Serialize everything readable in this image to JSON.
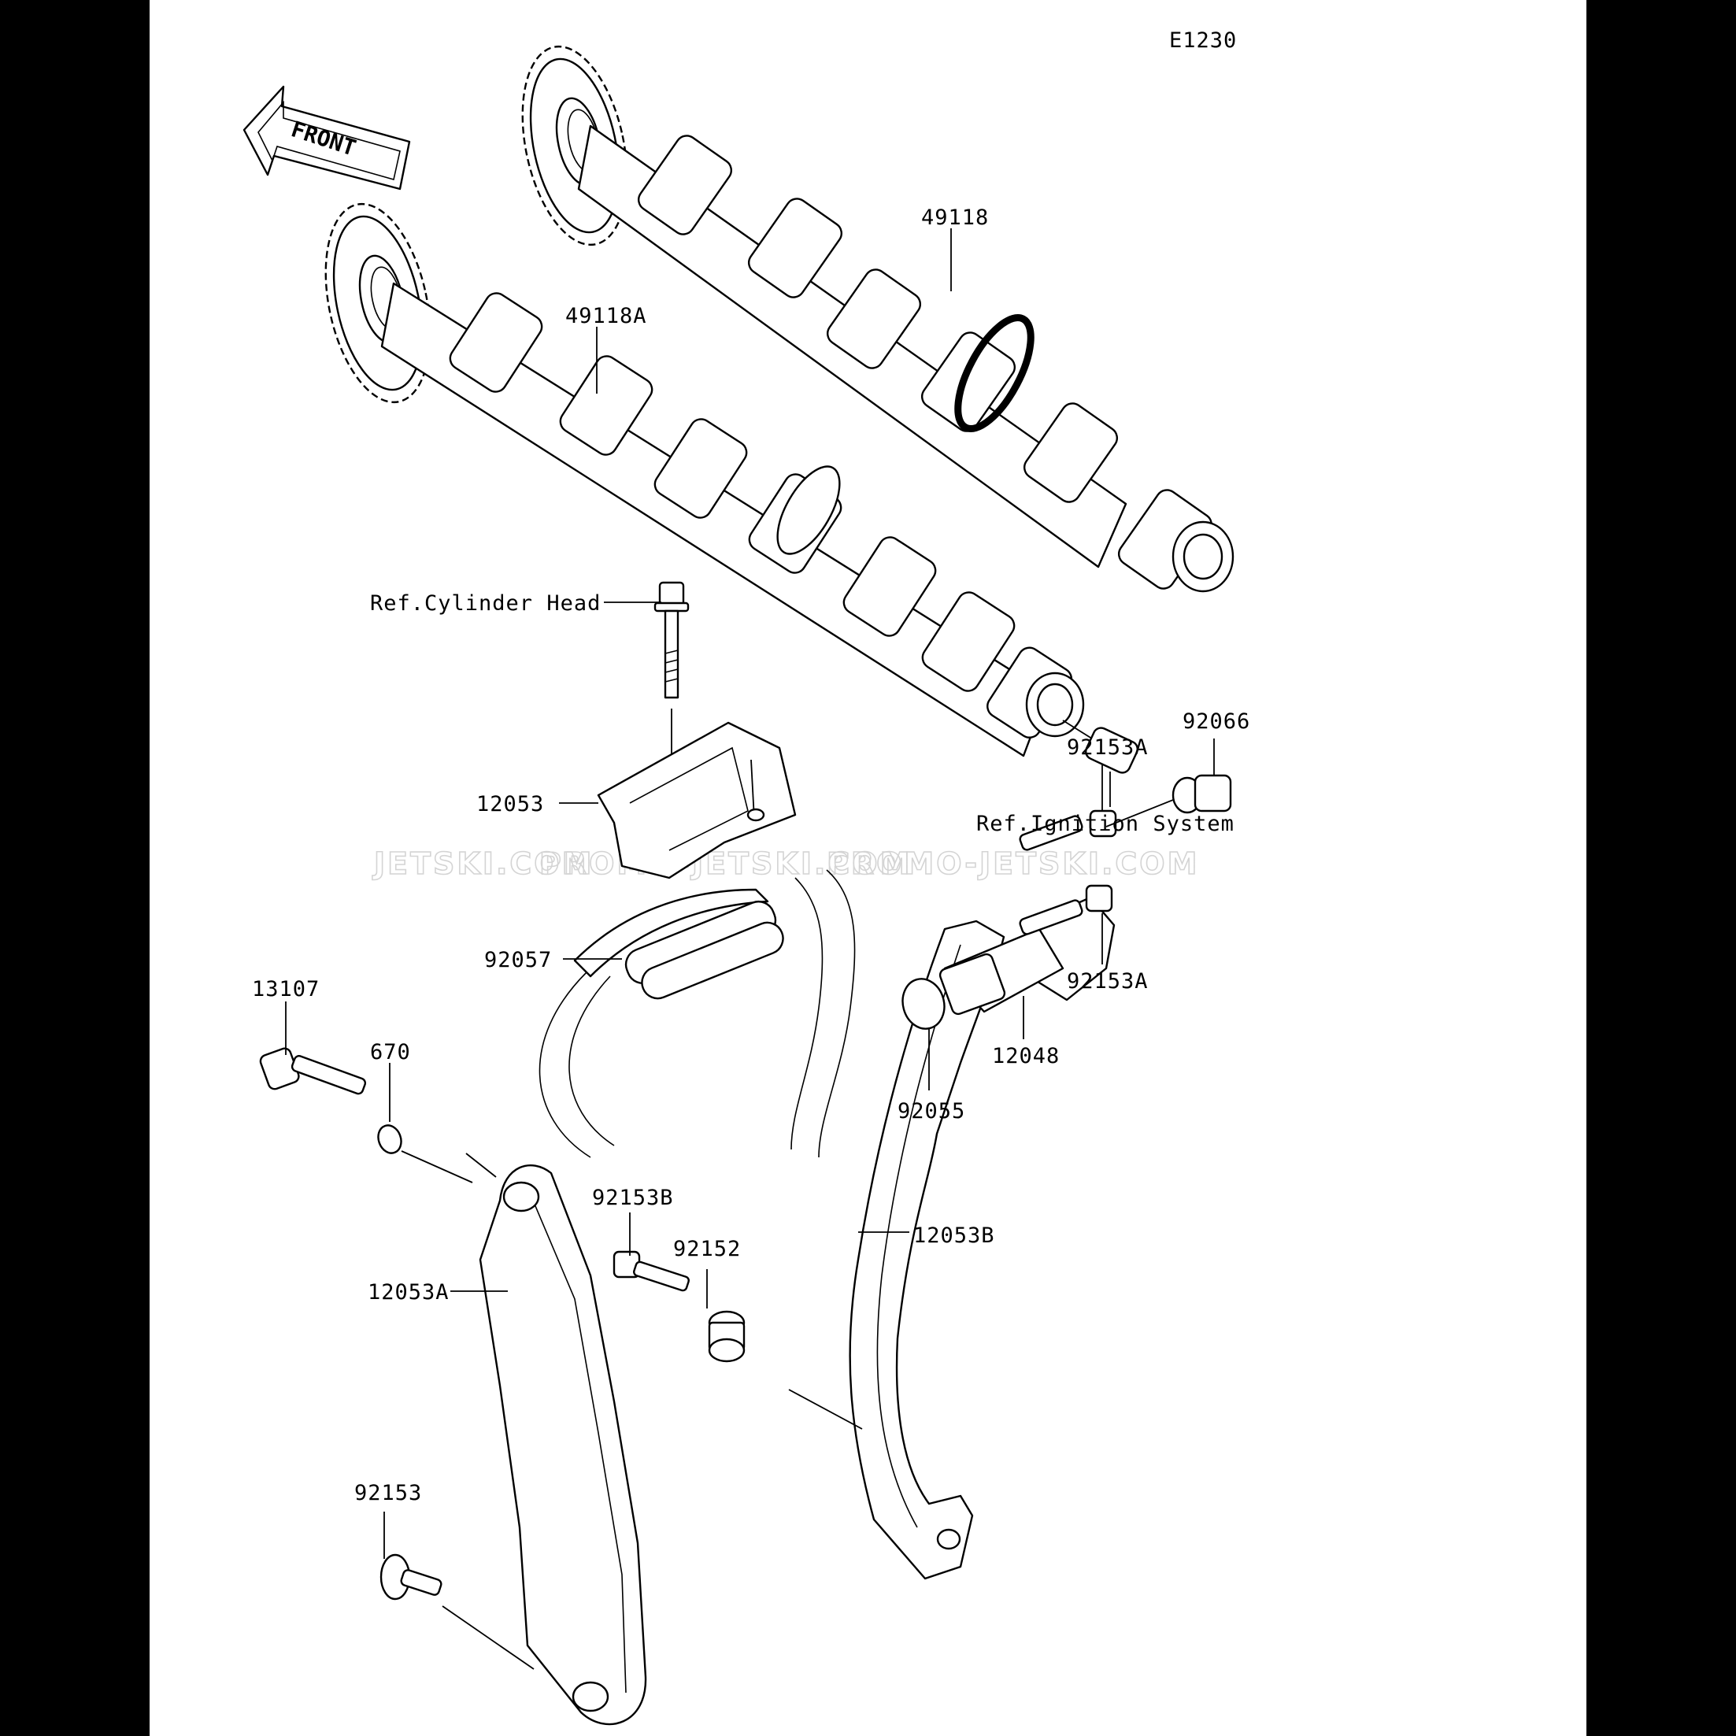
{
  "diagram_code": "E1230",
  "front_arrow_label": "FRONT",
  "watermarks": [
    "JETSKI.COM",
    "PROMO-JETSKI.COM",
    "PROMO-JETSKI.COM"
  ],
  "parts": {
    "camshaft_upper": "49118",
    "camshaft_lower": "49118A",
    "ref_cylinder_head": "Ref.Cylinder Head",
    "ref_ignition_system": "Ref.Ignition System",
    "guide_top": "12053",
    "guide_left": "12053A",
    "guide_right": "12053B",
    "chain": "92057",
    "bolt_13107": "13107",
    "oring_670": "670",
    "bolt_92153B": "92153B",
    "collar_92152": "92152",
    "bolt_92153": "92153",
    "bolt_92153A_upper": "92153A",
    "bolt_92153A_lower": "92153A",
    "plug_92066": "92066",
    "tensioner_12048": "12048",
    "oring_92055": "92055"
  }
}
